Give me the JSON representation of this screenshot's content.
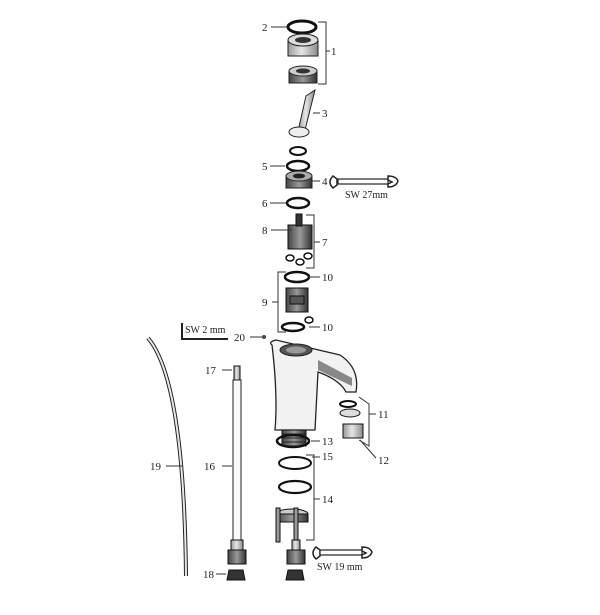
{
  "callouts": {
    "c1": "1",
    "c2": "2",
    "c3": "3",
    "c4": "4",
    "c5": "5",
    "c6": "6",
    "c7": "7",
    "c8": "8",
    "c9": "9",
    "c10a": "10",
    "c10b": "10",
    "c11": "11",
    "c12": "12",
    "c13": "13",
    "c14": "14",
    "c15": "15",
    "c16": "16",
    "c17": "17",
    "c18": "18",
    "c19": "19",
    "c20": "20"
  },
  "tools": {
    "wrench_top": "SW 27mm",
    "hex_key": "SW 2 mm",
    "wrench_bottom": "SW 19 mm"
  }
}
